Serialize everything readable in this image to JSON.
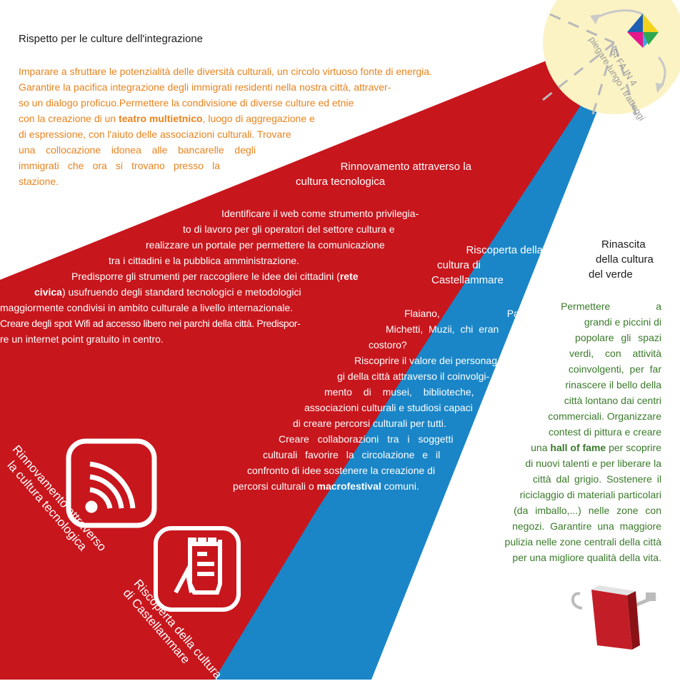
{
  "corner": {
    "instruction_line1": "SI FA IN 4",
    "instruction_line2": "piegare lungo i tratteggi"
  },
  "integrazione": {
    "title": "Rispetto per le culture dell'integrazione",
    "lines": [
      "Imparare a sfruttare le potenzialità delle diversità culturali, un circolo virtuoso fonte di energia.",
      "Garantire la pacifica integrazione degli immigrati residenti nella nostra città, attraver-",
      "so un dialogo proficuo.Permettere la condivisione di diverse culture ed etnie",
      "con la creazione di un ",
      "teatro multietnico",
      ", luogo di aggregazione e",
      "di espressione, con l'aiuto delle associazioni culturali. Trovare",
      "una collocazione idonea alle bancarelle degli",
      "immigrati che ora si trovano presso la",
      "stazione."
    ]
  },
  "tecnologica": {
    "heading_line1": "Rinnovamento attraverso la",
    "heading_line2": "cultura tecnologica",
    "lines": [
      "Identificare il web come strumento privilegia-",
      "to di lavoro per gli operatori del settore cultura e",
      "realizzare un portale per permettere la comunicazione",
      "tra i cittadini e la pubblica amministrazione.",
      "Predisporre gli strumenti per raccogliere le idee dei cittadini (",
      "rete",
      "civica",
      ") usufruendo degli standard tecnologici e metodologici",
      "maggiormente condivisi in ambito culturale a livello internazionale.",
      "Creare degli spot Wifi ad accesso libero nei parchi della città. Predispor-",
      "re un internet point gratuito in centro."
    ],
    "rotated_line1": "Rinnovamento attraverso",
    "rotated_line2": "la cultura tecnologica"
  },
  "castellammare": {
    "heading_line1": "Riscoperta della",
    "heading_line2": "cultura di",
    "heading_line3": "Castellammare",
    "lines": [
      "Flaiano, Pazienza,",
      "Michetti, Muzii, chi eran",
      "costoro?",
      "Riscoprire il valore dei personag-",
      "gi della città attraverso il coinvolgi-",
      "mento di musei, biblioteche,",
      "associazioni culturali e studiosi capaci",
      "di creare percorsi culturali per tutti.",
      "Creare collaborazioni tra i soggetti",
      "culturali favorire la circolazione e il",
      "confronto di idee sostenere la creazione di",
      "percorsi culturali o ",
      "macrofestival",
      " comuni."
    ],
    "rotated_line1": "Riscoperta della cultura",
    "rotated_line2": "di Castellammare"
  },
  "verde": {
    "heading_line1": "Rinascita",
    "heading_line2": "della cultura",
    "heading_line3": "del verde",
    "lines": [
      "Permettere a",
      "grandi e piccini di",
      "popolare gli spazi",
      "verdi, con attività",
      "coinvolgenti, per far",
      "rinascere il bello della",
      "città lontano dai centri",
      "commerciali. Organizzare",
      "contest di pittura e creare",
      "una ",
      "hall of fame",
      " per scoprire",
      "di nuovi talenti e per liberare la",
      "città dal grigio. Sostenere il",
      "riciclaggio di materiali particolari",
      "(da imballo,...) nelle zone con",
      "negozi. Garantire una maggiore",
      "pulizia nelle zone centrali della città",
      "per una migliore qualità della vita."
    ]
  },
  "colors": {
    "red": "#c8161d",
    "blue": "#1a86c8",
    "orange": "#e8831e",
    "green": "#3a7a2a",
    "sun": "#fbf3c4"
  },
  "icons": [
    "wifi-icon",
    "castle-tower-icon",
    "watering-can-book-icon",
    "pinwheel-icon"
  ]
}
